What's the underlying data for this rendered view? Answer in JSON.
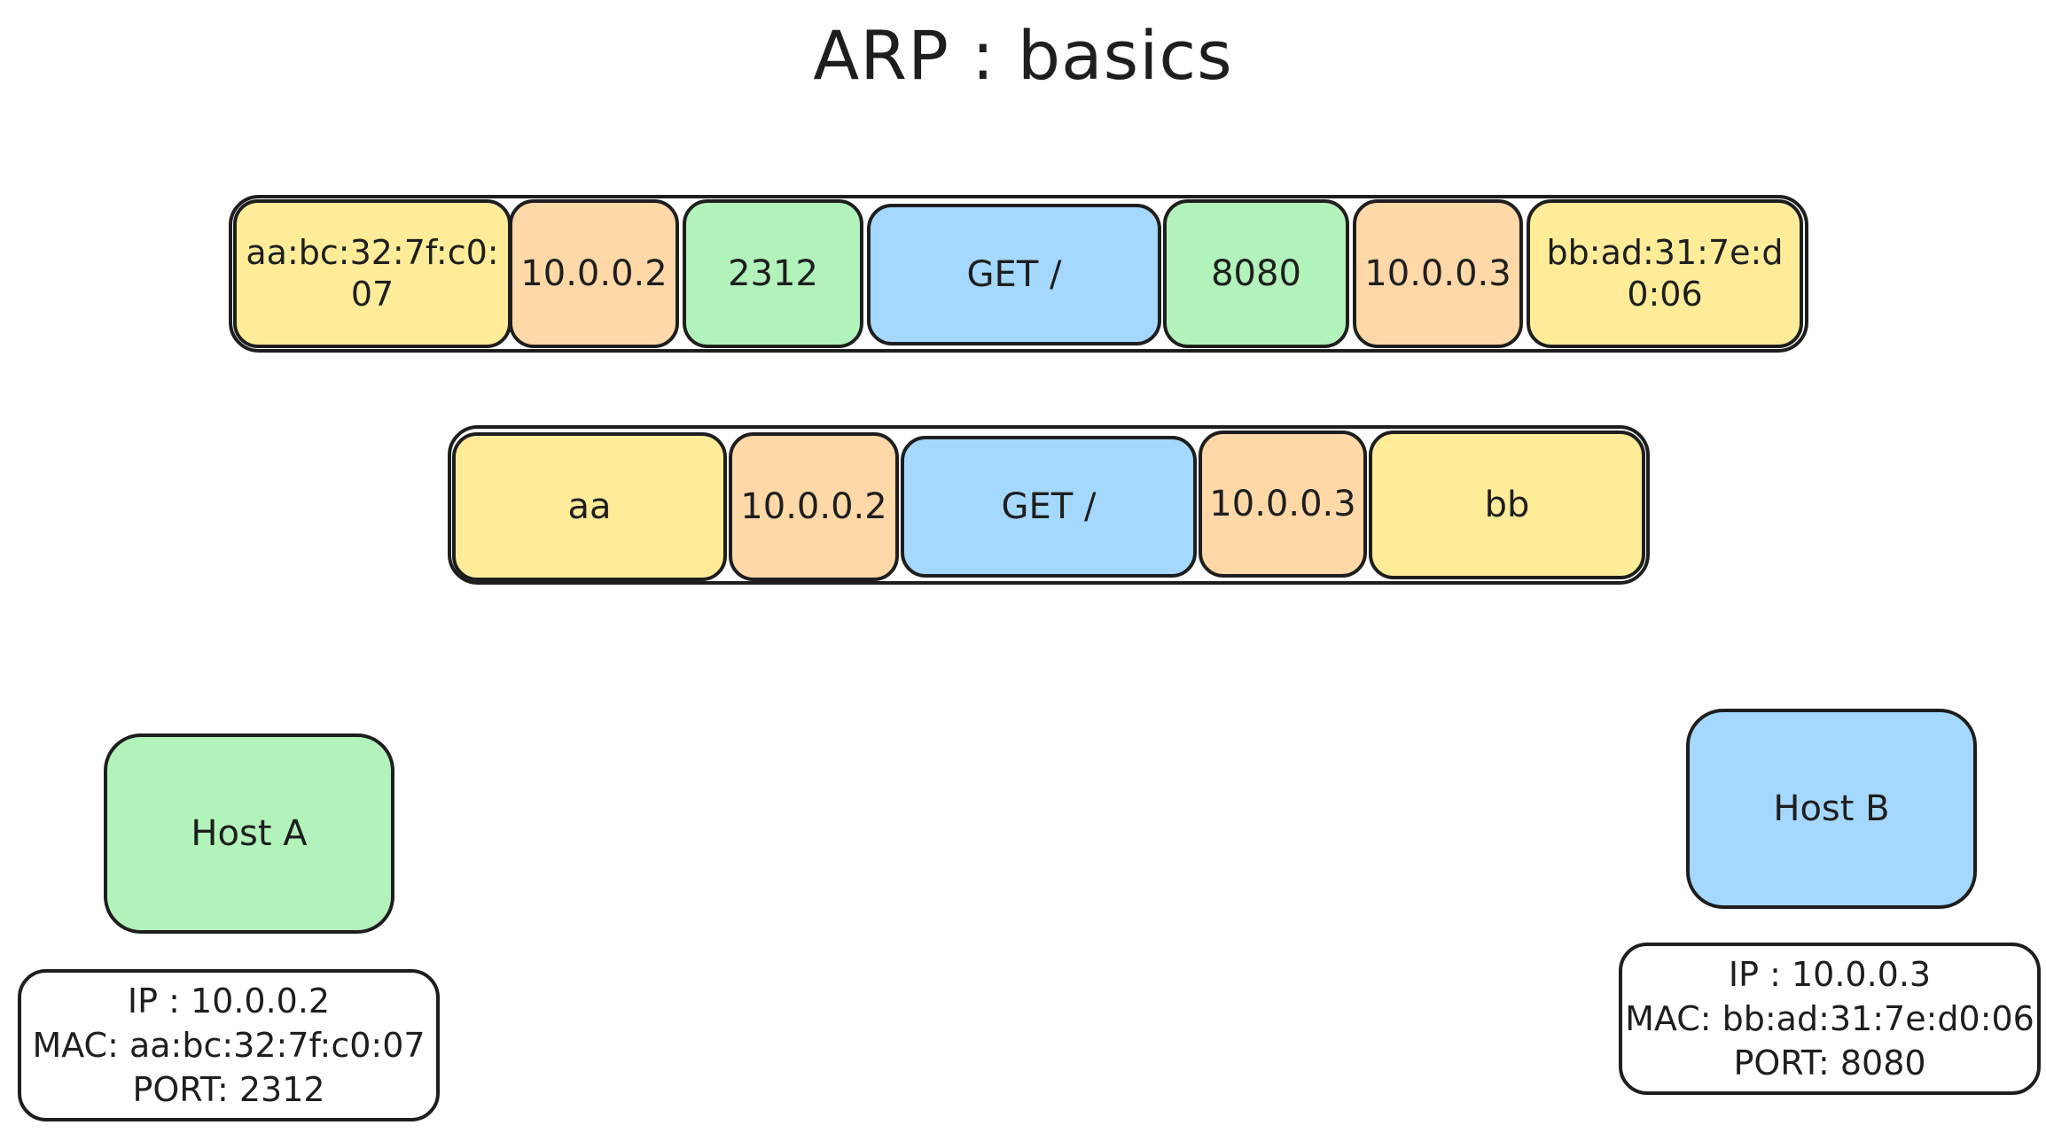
{
  "title": "ARP : basics",
  "colors": {
    "yellow": "#ffec99",
    "orange": "#ffd8a8",
    "green": "#b2f2bb",
    "blue": "#a5d8ff",
    "stroke": "#1e1e1e"
  },
  "frame_1": {
    "cells": [
      {
        "text": "aa:bc:32:7f:c0:07",
        "color": "#ffec99"
      },
      {
        "text": "10.0.0.2",
        "color": "#ffd8a8"
      },
      {
        "text": "2312",
        "color": "#b2f2bb"
      },
      {
        "text": "GET /",
        "color": "#a5d8ff"
      },
      {
        "text": "8080",
        "color": "#b2f2bb"
      },
      {
        "text": "10.0.0.3",
        "color": "#ffd8a8"
      },
      {
        "text": "bb:ad:31:7e:d0:06",
        "color": "#ffec99"
      }
    ]
  },
  "frame_2": {
    "cells": [
      {
        "text": "aa",
        "color": "#ffec99"
      },
      {
        "text": "10.0.0.2",
        "color": "#ffd8a8"
      },
      {
        "text": "GET /",
        "color": "#a5d8ff"
      },
      {
        "text": "10.0.0.3",
        "color": "#ffd8a8"
      },
      {
        "text": "bb",
        "color": "#ffec99"
      }
    ]
  },
  "host_a": {
    "label": "Host A",
    "color": "#b2f2bb",
    "ip": "IP : 10.0.0.2",
    "mac": "MAC: aa:bc:32:7f:c0:07",
    "port": "PORT: 2312"
  },
  "host_b": {
    "label": "Host B",
    "color": "#a5d8ff",
    "ip": "IP : 10.0.0.3",
    "mac": "MAC: bb:ad:31:7e:d0:06",
    "port": "PORT: 8080"
  }
}
